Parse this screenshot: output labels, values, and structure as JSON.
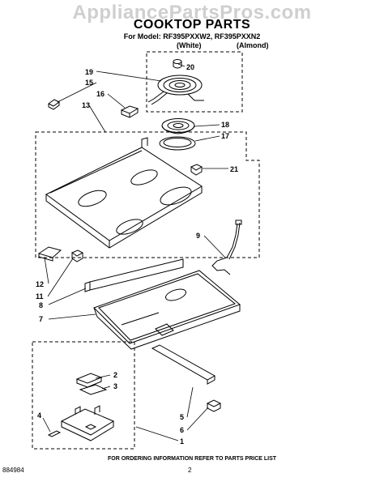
{
  "header": {
    "watermark": "AppliancePartsPros.com",
    "title": "COOKTOP PARTS",
    "model_line": "For Model: RF395PXXW2, RF395PXXN2",
    "color_white": "(White)",
    "color_almond": "(Almond)"
  },
  "callouts": {
    "c1": "1",
    "c2": "2",
    "c3": "3",
    "c4": "4",
    "c5": "5",
    "c6": "6",
    "c7": "7",
    "c8": "8",
    "c9": "9",
    "c11": "11",
    "c12": "12",
    "c13": "13",
    "c15": "15",
    "c16": "16",
    "c17": "17",
    "c18": "18",
    "c19": "19",
    "c20": "20",
    "c21": "21"
  },
  "footer": {
    "note": "FOR ORDERING INFORMATION REFER TO PARTS PRICE LIST",
    "doc_number": "884984",
    "page_number": "2"
  }
}
